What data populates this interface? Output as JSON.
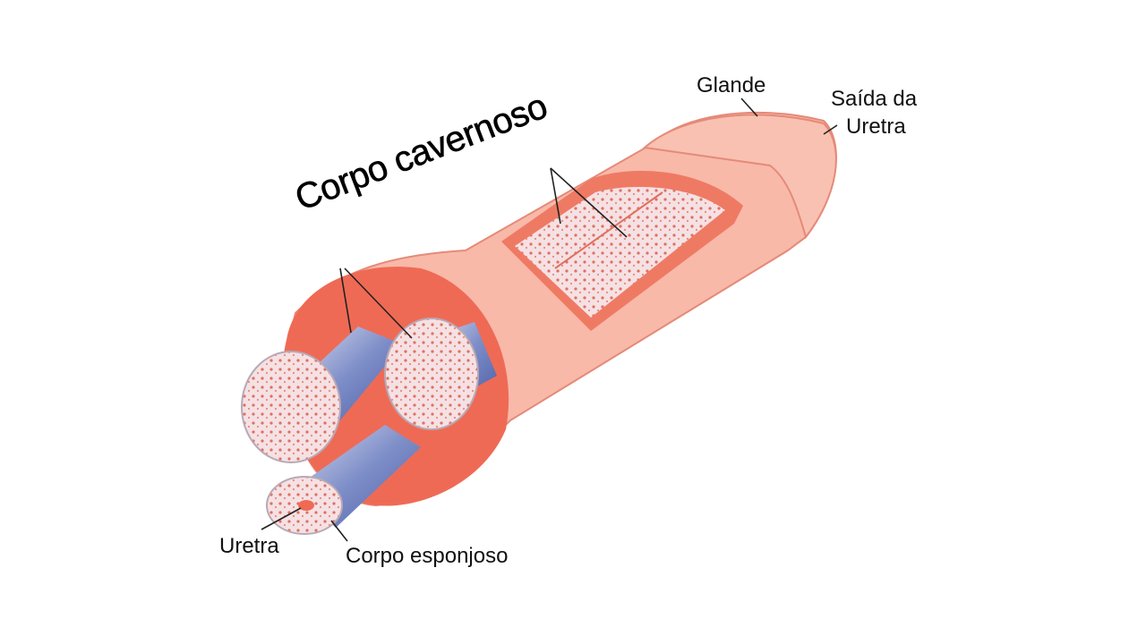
{
  "labels": {
    "glans": "Glande",
    "urethral_opening_line1": "Saída da",
    "urethral_opening_line2": "Uretra",
    "corpus_cavernosum": "Corpo cavernoso",
    "urethra": "Uretra",
    "corpus_spongiosum": "Corpo esponjoso"
  },
  "colors": {
    "skin": "#f8b9a9",
    "tissue_red": "#ef6a55",
    "cylinder_blue": "#7f8fc6",
    "spongy": "#f6dfe2"
  }
}
